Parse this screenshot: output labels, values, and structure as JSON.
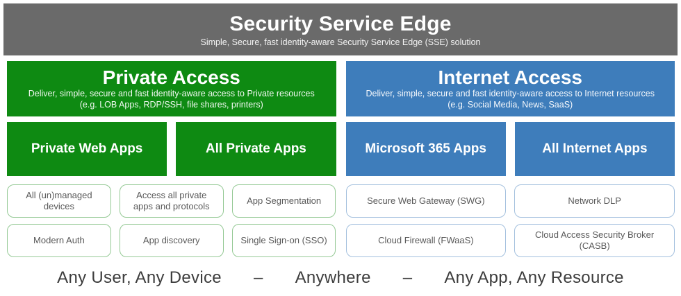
{
  "header": {
    "title": "Security Service Edge",
    "subtitle": "Simple, Secure, fast identity-aware Security Service Edge (SSE) solution"
  },
  "columns": [
    {
      "name": "Private Access",
      "subtitle": "Deliver, simple, secure and fast identity-aware access to Private resources",
      "examples": "(e.g. LOB Apps, RDP/SSH, file shares, printers)",
      "categories": [
        "Private Web Apps",
        "All Private Apps"
      ],
      "features_rows": [
        [
          "All (un)managed devices",
          "Access all private apps and protocols",
          "App Segmentation"
        ],
        [
          "Modern Auth",
          "App discovery",
          "Single Sign-on (SSO)"
        ]
      ]
    },
    {
      "name": "Internet Access",
      "subtitle": "Deliver, simple, secure and fast identity-aware access to Internet resources",
      "examples": "(e.g. Social Media, News, SaaS)",
      "categories": [
        "Microsoft 365 Apps",
        "All Internet Apps"
      ],
      "features_rows": [
        [
          "Secure Web Gateway (SWG)",
          "Network DLP"
        ],
        [
          "Cloud Firewall (FWaaS)",
          "Cloud Access Security Broker (CASB)"
        ]
      ]
    }
  ],
  "footer": {
    "segments": [
      "Any User, Any Device",
      "Anywhere",
      "Any App, Any Resource"
    ],
    "separator": "–"
  },
  "colors": {
    "header_bg": "#6a6a6a",
    "private_accent": "#0e8a12",
    "private_outline": "#94c994",
    "internet_accent": "#3e7dbb",
    "internet_outline": "#a3c0de",
    "feature_text": "#595959",
    "tagline_text": "#3d3d3d"
  }
}
